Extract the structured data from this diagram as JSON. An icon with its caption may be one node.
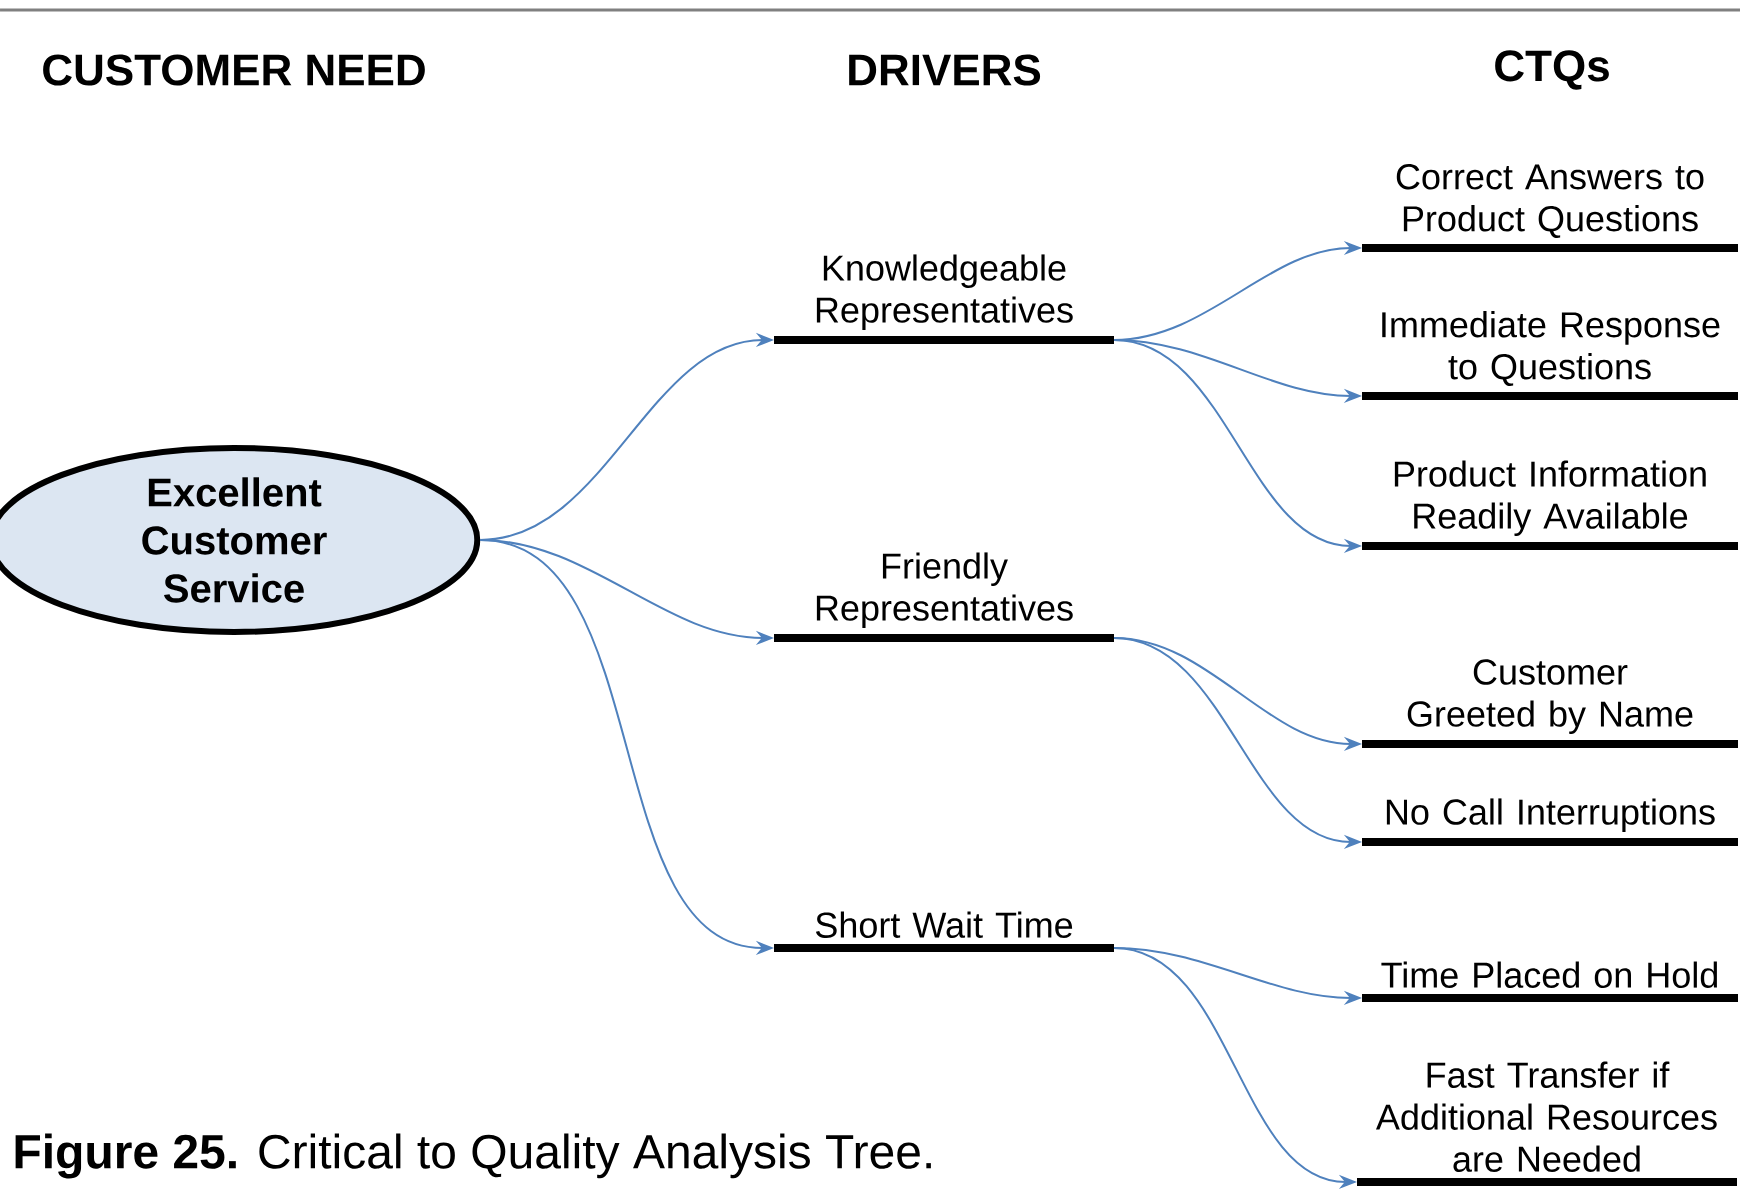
{
  "diagram": {
    "caption": "**Figure 25.** Critical to Quality Analysis Tree.",
    "nodes": [
      {
        "text": [
          "Excellent Customer Service"
        ]
      },
      {
        "text": [
          "Knowledgeable Representatives"
        ]
      },
      {
        "text": [
          "Friendly Representatives"
        ]
      },
      {
        "text": [
          "Short Wait Time"
        ]
      },
      {
        "text": [
          "Correct Answers to Product Questions"
        ]
      },
      {
        "text": [
          "Immediate Response to Questions"
        ]
      },
      {
        "text": [
          "Product Information Readily Available"
        ]
      },
      {
        "text": [
          "Customer Greeted by Name"
        ]
      },
      {
        "text": [
          "No Call Interruptions"
        ]
      },
      {
        "text": [
          "Time Placed on Hold"
        ]
      },
      {
        "text": [
          "Fast Transfer if Additional Resources are Needed"
        ]
      }
    ],
    "edges": [
      {
        "from": 0,
        "to": 1,
        "arrow": "to"
      },
      {
        "from": 0,
        "to": 2,
        "arrow": "to"
      },
      {
        "from": 0,
        "to": 3,
        "arrow": "to"
      },
      {
        "from": 1,
        "to": 4,
        "arrow": "to"
      },
      {
        "from": 1,
        "to": 5,
        "arrow": "to"
      },
      {
        "from": 1,
        "to": 6,
        "arrow": "to"
      },
      {
        "from": 2,
        "to": 7,
        "arrow": "to"
      },
      {
        "from": 2,
        "to": 8,
        "arrow": "to"
      },
      {
        "from": 3,
        "to": 9,
        "arrow": "to"
      },
      {
        "from": 3,
        "to": 10,
        "arrow": "to"
      }
    ],
    "labels": [
      "CUSTOMER NEED",
      "DRIVERS",
      "CTQs"
    ]
  }
}
